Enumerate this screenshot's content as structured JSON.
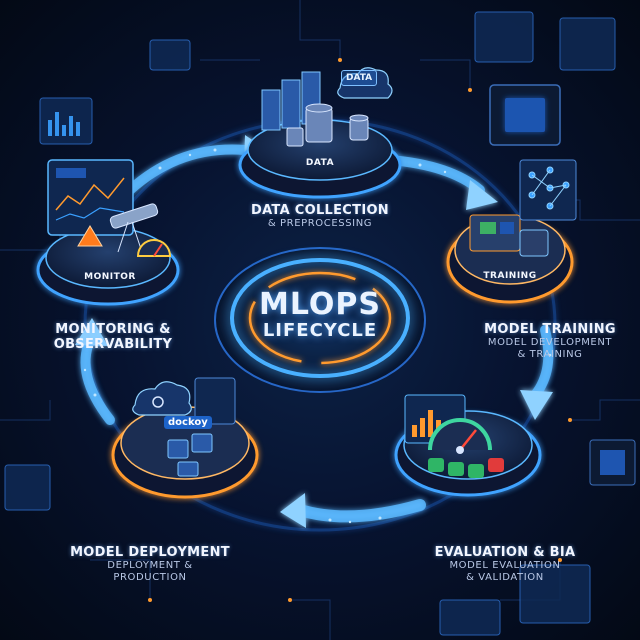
{
  "center": {
    "line1": "MLOPS",
    "line2": "LIFECYCLE"
  },
  "stages": {
    "data_collection": {
      "title": "DATA COLLECTION",
      "subtitle": "& PREPROCESSING",
      "node_label": "DATA",
      "badge": "DATA"
    },
    "model_training": {
      "title": "MODEL TRAINING",
      "subtitle_line1": "MODEL DEVELOPMENT",
      "subtitle_line2": "& TRAINING",
      "node_label": "TRAINING"
    },
    "evaluation": {
      "title": "EVALUATION & BIA",
      "subtitle_line1": "MODEL EVALUATION",
      "subtitle_line2": "& VALIDATION"
    },
    "deployment": {
      "title": "MODEL DEPLOYMENT",
      "subtitle_line1": "DEPLOYMENT &",
      "subtitle_line2": "PRODUCTION",
      "docker_label": "dockoy"
    },
    "monitoring": {
      "title_line1": "MONITORING &",
      "title_line2": "OBSERVABILITY",
      "node_label": "MONITOR"
    }
  },
  "colors": {
    "blue_glow": "#39a0ff",
    "orange_glow": "#ff9a2e",
    "bg": "#071330"
  }
}
